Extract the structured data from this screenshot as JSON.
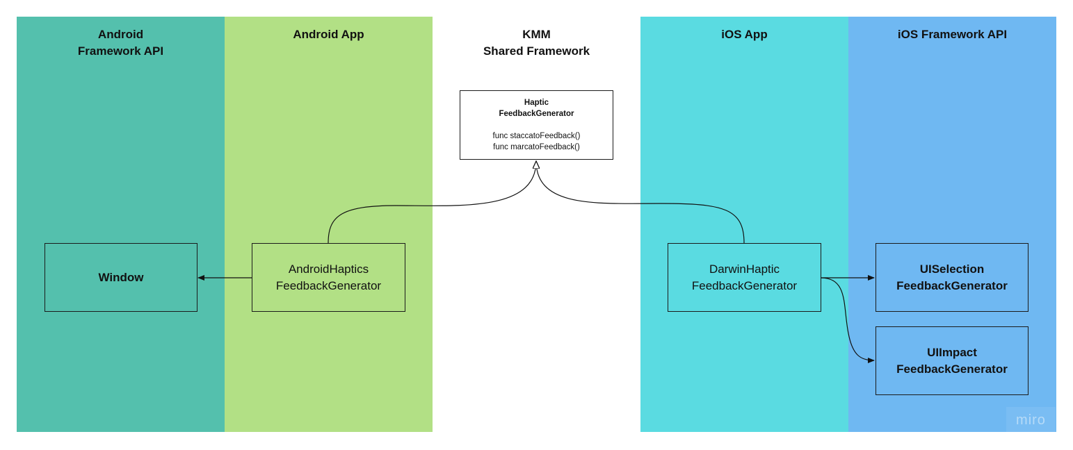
{
  "lanes": [
    {
      "id": "android-framework",
      "title": "Android\nFramework API",
      "color": "#54c0ad"
    },
    {
      "id": "android-app",
      "title": "Android App",
      "color": "#b2e085"
    },
    {
      "id": "kmm-shared",
      "title": "KMM\nShared Framework",
      "color": "#ffffff"
    },
    {
      "id": "ios-app",
      "title": "iOS App",
      "color": "#5adbe1"
    },
    {
      "id": "ios-framework",
      "title": "iOS Framework API",
      "color": "#6fb8f2"
    }
  ],
  "nodes": {
    "window": "Window",
    "android_haptics": "AndroidHaptics\nFeedbackGenerator",
    "haptic_interface": {
      "title": "Haptic\nFeedbackGenerator",
      "methods": "func staccatoFeedback()\nfunc marcatoFeedback()"
    },
    "darwin_haptic": "DarwinHaptic\nFeedbackGenerator",
    "ui_selection": "UISelection\nFeedbackGenerator",
    "ui_impact": "UIImpact\nFeedbackGenerator"
  },
  "watermark": "miro"
}
